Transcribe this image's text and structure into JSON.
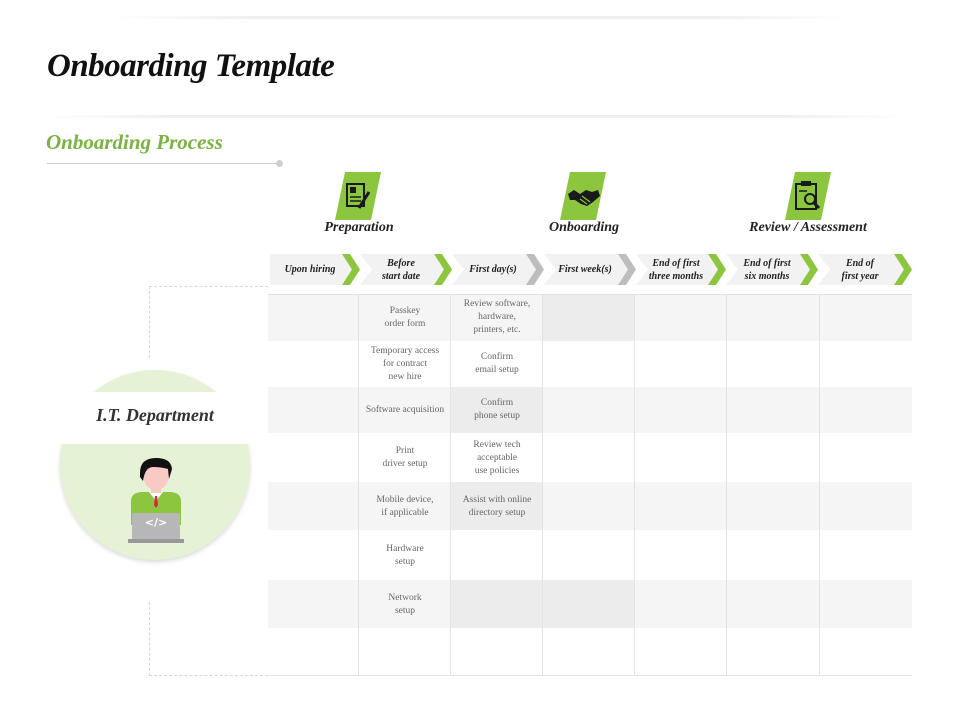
{
  "page": {
    "title": "Onboarding Template",
    "subtitle": "Onboarding Process"
  },
  "colors": {
    "accent": "#7ab342",
    "arrow_green": "#8cc63f",
    "arrow_gray": "#bdbdbd",
    "shade": "#ececec",
    "circle": "#e6f2d6"
  },
  "phases": [
    {
      "label": "Preparation",
      "icon": "document-pen-icon"
    },
    {
      "label": "Onboarding",
      "icon": "handshake-icon"
    },
    {
      "label": "Review / Assessment",
      "icon": "clipboard-magnifier-icon"
    }
  ],
  "timeline": [
    "Upon hiring",
    "Before\nstart date",
    "First day(s)",
    "First week(s)",
    "End of first\nthree months",
    "End of first\nsix months",
    "End of\nfirst year"
  ],
  "department": {
    "label": "I.T. Department",
    "icon": "developer-avatar-icon",
    "code_glyph": "</>"
  },
  "tasks": {
    "before_start": [
      "Passkey\norder form",
      "Temporary access\nfor contract\nnew hire",
      "Software acquisition",
      "Print\ndriver setup",
      "Mobile device,\nif applicable",
      "Hardware\nsetup",
      "Network\nsetup"
    ],
    "first_days": [
      "Review software,\nhardware,\nprinters, etc.",
      "Confirm\nemail setup",
      "Confirm\nphone setup",
      "Review tech\nacceptable\nuse policies",
      "Assist with online\ndirectory setup"
    ]
  }
}
